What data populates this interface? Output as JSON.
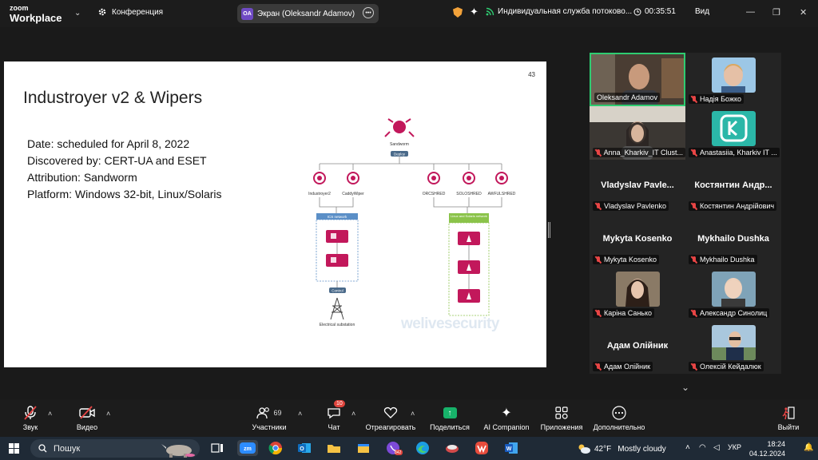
{
  "topbar": {
    "logo_line1": "zoom",
    "logo_line2": "Workplace",
    "conference_label": "Конференция",
    "screen_share_initials": "OA",
    "screen_share_label": "Экран (Oleksandr Adamov)",
    "service_label": "Индивидуальная служба потоково...",
    "timer": "00:35:51",
    "view_label": "Вид"
  },
  "slide": {
    "page_number": "43",
    "title": "Industroyer v2 & Wipers",
    "lines": [
      "Date: scheduled for April 8, 2022",
      "Discovered by: CERT-UA and ESET",
      "Attribution: Sandworm",
      "Platform: Windows 32-bit, Linux/Solaris"
    ],
    "diagram": {
      "root": "Sandworm",
      "deploy": "Deploy",
      "left_nodes": [
        "Industroyer2",
        "CaddyWiper"
      ],
      "right_nodes": [
        "ORCSHRED",
        "SOLOSHRED",
        "AWFULSHRED"
      ],
      "ics_label": "ICS network",
      "linux_label": "Linux and Solaris network",
      "control": "Control",
      "substation": "Electrical substation"
    },
    "watermark": "welivesecurity"
  },
  "gallery": [
    {
      "name": "Oleksandr Adamov",
      "type": "video",
      "active": true,
      "muted": false
    },
    {
      "name": "Надія Божко",
      "type": "photo",
      "muted": true
    },
    {
      "name": "Anna_Kharkiv_IT Clust...",
      "type": "video",
      "muted": true
    },
    {
      "name": "Anastasiia, Kharkiv IT ...",
      "type": "logo",
      "muted": true
    },
    {
      "name": "Vladyslav Pavlenko",
      "big": "Vladyslav  Pavle...",
      "type": "text",
      "muted": true
    },
    {
      "name": "Костянтин Андрійович",
      "big": "Костянтин  Андр...",
      "type": "text",
      "muted": true
    },
    {
      "name": "Mykyta Kosenko",
      "big": "Mykyta Kosenko",
      "type": "text",
      "muted": true
    },
    {
      "name": "Mykhailo Dushka",
      "big": "Mykhailo Dushka",
      "type": "text",
      "muted": true
    },
    {
      "name": "Каріна Санько",
      "type": "photo",
      "muted": true
    },
    {
      "name": "Александр Синолиц",
      "type": "photo",
      "muted": true
    },
    {
      "name": "Адам Олійник",
      "big": "Адам Олійник",
      "type": "text",
      "muted": true
    },
    {
      "name": "Олексій Кейдалюк",
      "type": "photo",
      "muted": true
    }
  ],
  "toolbar": {
    "audio": "Звук",
    "video": "Видео",
    "participants": "Участники",
    "participants_count": "69",
    "chat": "Чат",
    "chat_badge": "10",
    "react": "Отреагировать",
    "share": "Поделиться",
    "ai": "AI Companion",
    "apps": "Приложения",
    "more": "Дополнительно",
    "leave": "Выйти"
  },
  "taskbar": {
    "search_placeholder": "Пошук",
    "weather_temp": "42°F",
    "weather_text": "Mostly cloudy",
    "language": "УКР",
    "time": "18:24",
    "date": "04.12.2024",
    "viber_badge": "842"
  },
  "colors": {
    "accent_green": "#2ecc71",
    "mute_red": "#e84545",
    "diagram_pink": "#c2185b",
    "zoom_share_green": "#17b26a"
  }
}
